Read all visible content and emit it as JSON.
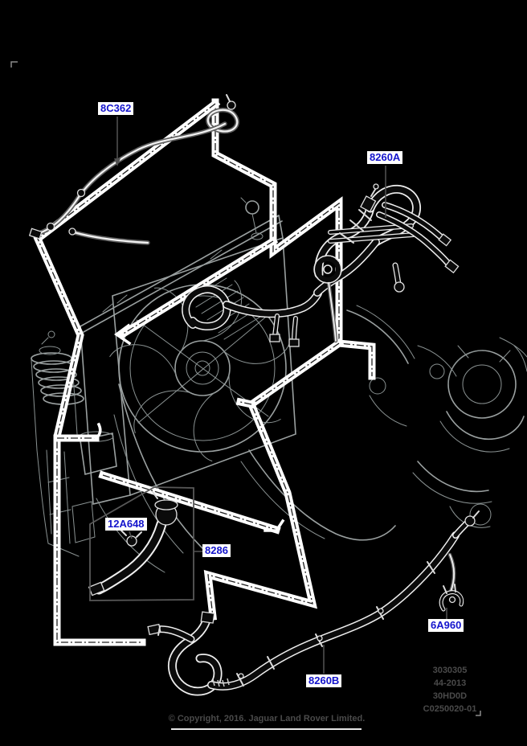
{
  "labels": {
    "hose_vent": "8C362",
    "hose_upper": "8260A",
    "clamp": "12A648",
    "hose_bypass": "8286",
    "clip": "6A960",
    "hose_lower": "8260B"
  },
  "ref_block": {
    "line1": "3030305",
    "line2": "44-2013",
    "line3": "30HD0D",
    "line4": "C0250020-01"
  },
  "footer": {
    "copyright": "© Copyright, 2016. Jaguar Land Rover Limited."
  },
  "colors": {
    "background": "#000000",
    "label_text": "#1414cc",
    "label_bg": "#ffffff",
    "reference_art": "#9aa0a0",
    "highlight_band": "#ffffff",
    "muted_text": "#4a4a4a"
  }
}
